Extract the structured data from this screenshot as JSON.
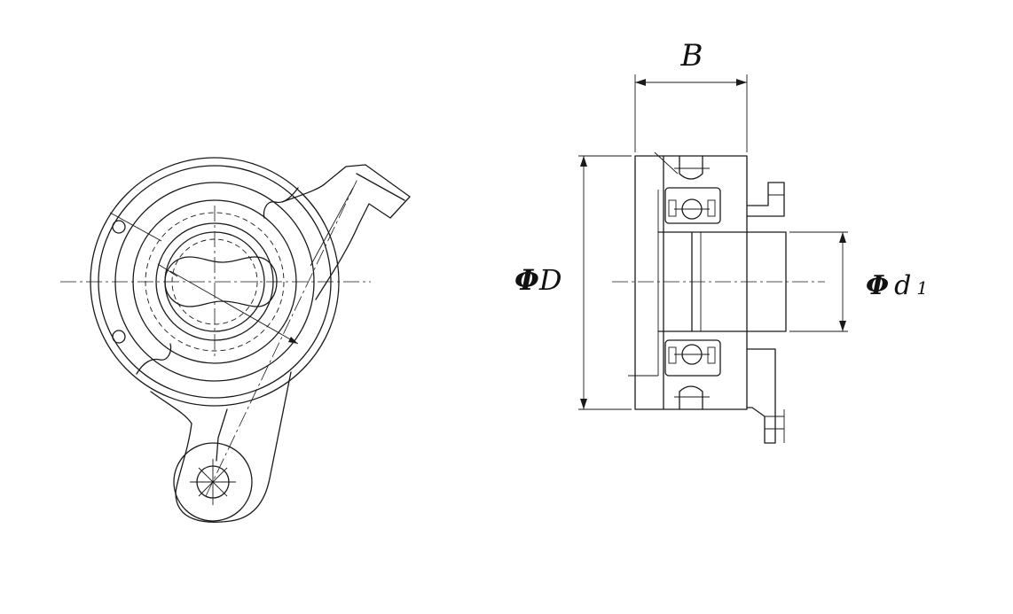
{
  "labels": {
    "width": "B",
    "outer_diameter_symbol": "Φ",
    "outer_diameter_letter": "D",
    "inner_diameter_symbol": "Φ",
    "inner_diameter_letter": "d",
    "inner_diameter_subscript": "1"
  },
  "colors": {
    "line": "#1a1a1a",
    "background": "#ffffff"
  }
}
